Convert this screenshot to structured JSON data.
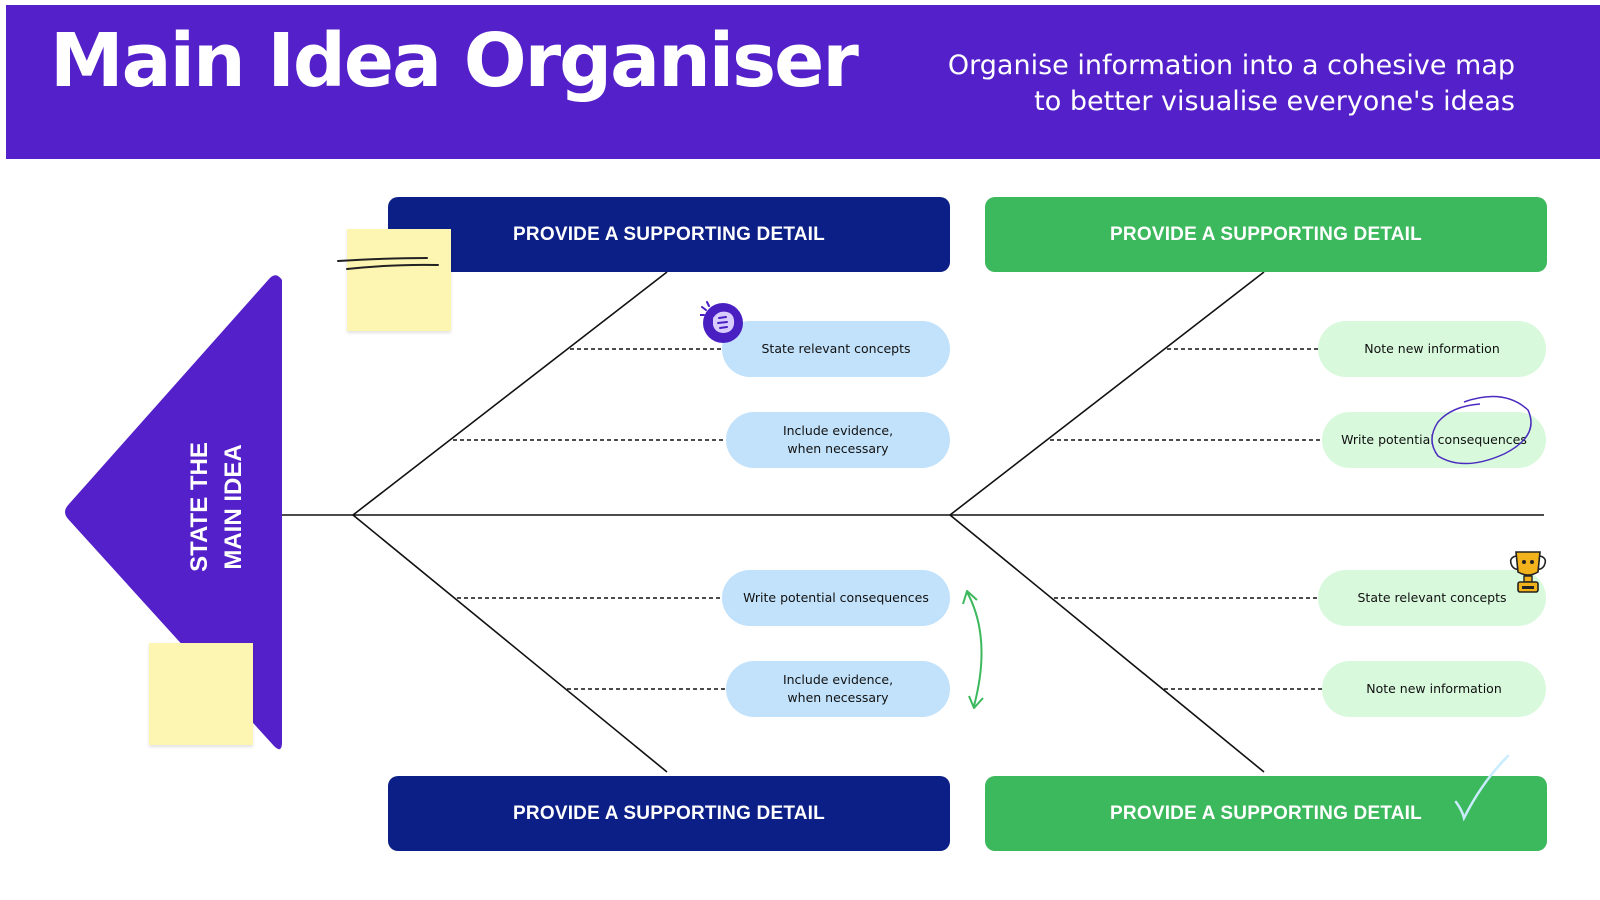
{
  "header": {
    "title": "Main Idea Organiser",
    "subtitle_line1": "Organise information into a cohesive map",
    "subtitle_line2": "to better visualise everyone's ideas"
  },
  "main_idea": {
    "line1": "STATE THE",
    "line2": "MAIN IDEA"
  },
  "branches": {
    "top_left": {
      "heading": "PROVIDE A SUPPORTING DETAIL",
      "items": [
        {
          "line1": "State relevant concepts",
          "line2": ""
        },
        {
          "line1": "Include evidence,",
          "line2": "when necessary"
        }
      ]
    },
    "top_right": {
      "heading": "PROVIDE A SUPPORTING DETAIL",
      "items": [
        {
          "line1": "Note new information",
          "line2": ""
        },
        {
          "line1": "Write potential consequences",
          "line2": ""
        }
      ]
    },
    "bottom_left": {
      "heading": "PROVIDE A SUPPORTING DETAIL",
      "items": [
        {
          "line1": "Write potential consequences",
          "line2": ""
        },
        {
          "line1": "Include evidence,",
          "line2": "when necessary"
        }
      ]
    },
    "bottom_right": {
      "heading": "PROVIDE A SUPPORTING DETAIL",
      "items": [
        {
          "line1": "State relevant concepts",
          "line2": ""
        },
        {
          "line1": "Note new information",
          "line2": ""
        }
      ]
    }
  },
  "colors": {
    "header_bg": "#5420c9",
    "navy": "#0c1f86",
    "green": "#3cb85d",
    "blue_pill": "#c2e2fb",
    "green_pill": "#d8f9dc",
    "sticky_note": "#fdf6b2"
  },
  "icons": [
    "fist-bump-icon",
    "trophy-icon",
    "double-arrow-icon",
    "checkmark-icon",
    "circle-scribble-icon",
    "scribble-lines-icon"
  ]
}
